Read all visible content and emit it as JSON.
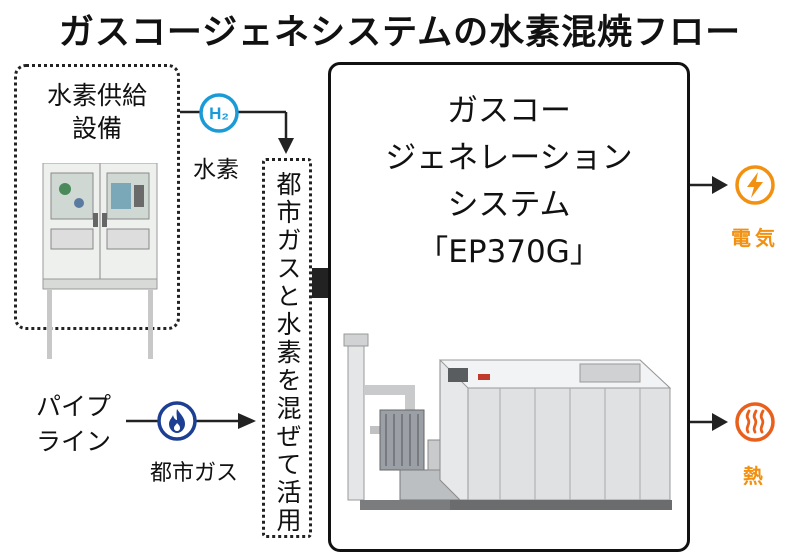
{
  "title": "ガスコージェネシステムの水素混焼フロー",
  "hydrogen_supply": {
    "label": "水素供給\n設備",
    "icon_text": "H₂",
    "flow_label": "水素"
  },
  "pipeline": {
    "line1": "パイプ",
    "line2": "ライン",
    "flow_label": "都市ガス"
  },
  "mixing": {
    "label": "都市ガスと水素を混ぜて活用"
  },
  "cogeneration": {
    "line1": "ガスコー",
    "line2": "ジェネレーション",
    "line3": "システム",
    "line4": "「EP370G」"
  },
  "outputs": {
    "electricity": "電気",
    "heat": "熱"
  },
  "colors": {
    "h2_blue": "#1a9ad6",
    "gas_navy": "#1c3f94",
    "output_orange": "#f29111"
  },
  "icons": [
    "h2-icon",
    "flame-icon",
    "lightning-icon",
    "heat-icon"
  ]
}
